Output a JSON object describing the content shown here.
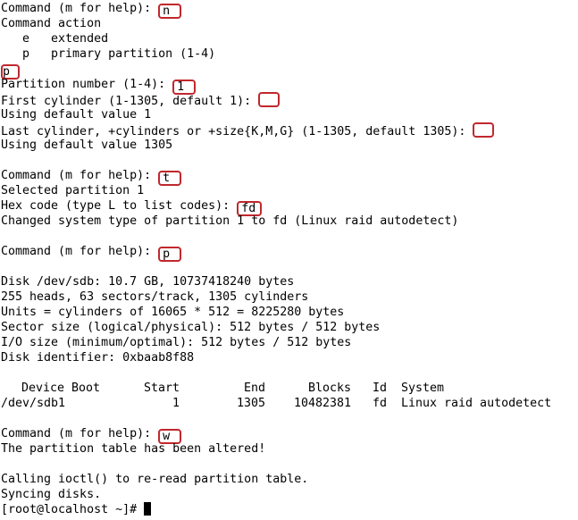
{
  "terminal": {
    "lines": {
      "l1_prefix": "Command (m for help): ",
      "l1_input": "n",
      "l2": "Command action",
      "l3": "   e   extended",
      "l4": "   p   primary partition (1-4)",
      "l5_input": "p",
      "l6_prefix": "Partition number (1-4): ",
      "l6_input": "1",
      "l7_prefix": "First cylinder (1-1305, default 1): ",
      "l8": "Using default value 1",
      "l9_prefix": "Last cylinder, +cylinders or +size{K,M,G} (1-1305, default 1305): ",
      "l10": "Using default value 1305",
      "l12_prefix": "Command (m for help): ",
      "l12_input": "t",
      "l13": "Selected partition 1",
      "l14_prefix": "Hex code (type L to list codes): ",
      "l14_input": "fd",
      "l15": "Changed system type of partition 1 to fd (Linux raid autodetect)",
      "l17_prefix": "Command (m for help): ",
      "l17_input": "p",
      "l19": "Disk /dev/sdb: 10.7 GB, 10737418240 bytes",
      "l20": "255 heads, 63 sectors/track, 1305 cylinders",
      "l21": "Units = cylinders of 16065 * 512 = 8225280 bytes",
      "l22": "Sector size (logical/physical): 512 bytes / 512 bytes",
      "l23": "I/O size (minimum/optimal): 512 bytes / 512 bytes",
      "l24": "Disk identifier: 0xbaab8f88",
      "l28_prefix": "Command (m for help): ",
      "l28_input": "w",
      "l29": "The partition table has been altered!",
      "l31": "Calling ioctl() to re-read partition table.",
      "l32": "Syncing disks.",
      "l33_prompt": "[root@localhost ~]# "
    },
    "partition_table": {
      "headers": {
        "device_boot": "Device Boot",
        "start": "Start",
        "end": "End",
        "blocks": "Blocks",
        "id": "Id",
        "system": "System"
      },
      "rows": [
        {
          "device": "/dev/sdb1",
          "start": "1",
          "end": "1305",
          "blocks": "10482381",
          "id": "fd",
          "system": "Linux raid autodetect"
        }
      ]
    },
    "highlight_color": "#c0282d"
  }
}
